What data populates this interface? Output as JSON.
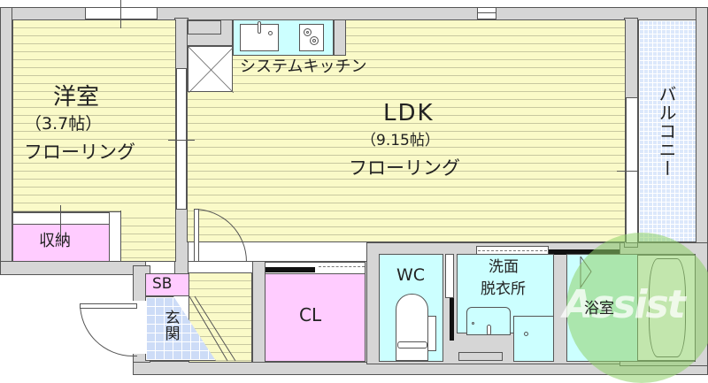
{
  "floor_plan": {
    "rooms": {
      "western_room": {
        "name": "洋室",
        "size": "（3.7帖）",
        "flooring": "フローリング"
      },
      "storage": {
        "name": "収納"
      },
      "ldk": {
        "name": "LDK",
        "size": "（9.15帖）",
        "flooring": "フローリング"
      },
      "kitchen": {
        "name": "システムキッチン"
      },
      "balcony": {
        "name": "バルコニー"
      },
      "shoe_box": {
        "name": "SB"
      },
      "entrance": {
        "name": "玄関"
      },
      "closet": {
        "name": "CL"
      },
      "toilet": {
        "name": "WC"
      },
      "washroom": {
        "name": "洗面\n脱衣所",
        "line1": "洗面",
        "line2": "脱衣所"
      },
      "bathroom": {
        "name": "浴室"
      }
    },
    "watermark": {
      "text": "Assist",
      "color": "#8fd16a"
    },
    "colors": {
      "wall": "#d6d6d6",
      "flooring": "#fafac8",
      "storage": "#ffccff",
      "wet_area": "#ccffff",
      "tile": "#dce8fb"
    }
  }
}
